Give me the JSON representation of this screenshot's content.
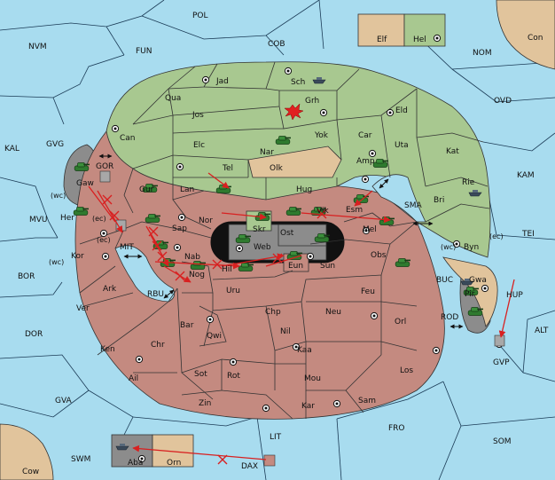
{
  "colors": {
    "sea": "#a8dcef",
    "green": "#a8c890",
    "red": "#c48a80",
    "tan": "#e1c49c",
    "gray": "#8c8c8c",
    "order": "#d82020",
    "unit": "#2f7a2f"
  },
  "provinces": {
    "POL": "POL",
    "NVM": "NVM",
    "FUN": "FUN",
    "COB": "COB",
    "NOM": "NOM",
    "OVD": "OVD",
    "Con": "Con",
    "Elf": "Elf",
    "Hel": "Hel",
    "KAL": "KAL",
    "GVG": "GVG",
    "KAM": "KAM",
    "TEI": "TEI",
    "MVU": "MVU",
    "BOR": "BOR",
    "DOR": "DOR",
    "ALT": "ALT",
    "GVA": "GVA",
    "SWM": "SWM",
    "LIT": "LIT",
    "FRO": "FRO",
    "SOM": "SOM",
    "Cow": "Cow",
    "DAX": "DAX",
    "Aba": "Aba",
    "Orn": "Orn",
    "GVP": "GVP",
    "HUP": "HUP",
    "BUC": "BUC",
    "ROD": "ROD",
    "SMA": "SMA",
    "MIT": "MIT",
    "RBU": "RBU",
    "GOR": "GOR",
    "Jad": "Jad",
    "Sch": "Sch",
    "Qua": "Qua",
    "Grh": "Grh",
    "Jos": "Jos",
    "Eld": "Eld",
    "Can": "Can",
    "Yok": "Yok",
    "Car": "Car",
    "Uta": "Uta",
    "Elc": "Elc",
    "Nar": "Nar",
    "Kat": "Kat",
    "Amp": "Amp",
    "Tel": "Tel",
    "Olk": "Olk",
    "Gaw": "Gaw",
    "Lan": "Lan",
    "Gur": "Gur",
    "Hug": "Hug",
    "Rie": "Rie",
    "Bri": "Bri",
    "Her": "Her",
    "Nor": "Nor",
    "Skr": "Skr",
    "Vik": "Vik",
    "Esm": "Esm",
    "Sap": "Sap",
    "Mel": "Mel",
    "Ost": "Ost",
    "Byn": "Byn",
    "Gwa": "Gwa",
    "Web": "Web",
    "Kor": "Kor",
    "Nab": "Nab",
    "Eun": "Eun",
    "Hil": "Hil",
    "Sun": "Sun",
    "Obs": "Obs",
    "Ark": "Ark",
    "Nog": "Nog",
    "Pir": "Pir",
    "Uru": "Uru",
    "Feu": "Feu",
    "Ver": "Ver",
    "Chp": "Chp",
    "Neu": "Neu",
    "Orl": "Orl",
    "Bar": "Bar",
    "Qwi": "Qwi",
    "Nil": "Nil",
    "Ken": "Ken",
    "Chr": "Chr",
    "Kaa": "Kaa",
    "Los": "Los",
    "Ail": "Ail",
    "Sot": "Sot",
    "Rot": "Rot",
    "Mou": "Mou",
    "Zin": "Zin",
    "Kar": "Kar",
    "Sam": "Sam"
  },
  "coasts": {
    "wc_her": "(wc)",
    "ec_her": "(ec)",
    "ec_mit": "(ec)",
    "wc_kor": "(wc)",
    "wc_byn": "(wc)",
    "ec_byn": "(ec)"
  }
}
